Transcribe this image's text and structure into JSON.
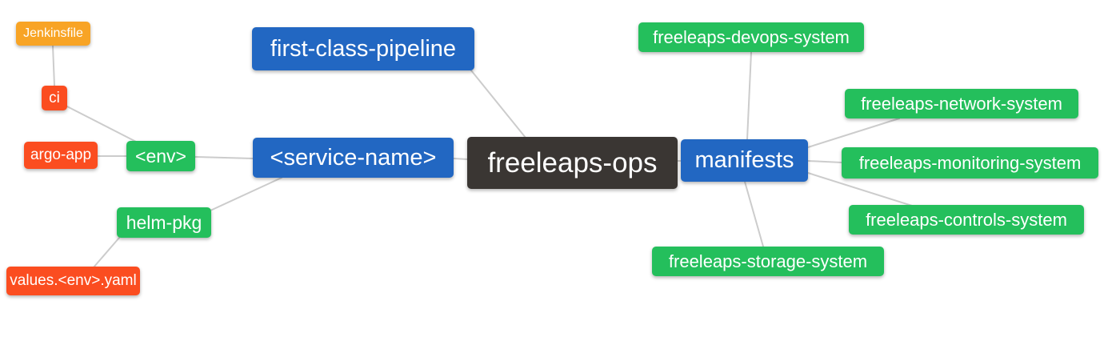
{
  "diagram": {
    "type": "mindmap",
    "root": "freeleaps-ops"
  },
  "colors": {
    "root_node": "#3a3633",
    "level1_node": "#2267c2",
    "level2_node": "#24bf5c",
    "level3_node": "#fb4d20",
    "level4_node": "#f8a425",
    "edge": "#cccccc",
    "node_text": "#ffffff",
    "background": "#ffffff"
  },
  "nodes": {
    "freeleaps_ops": {
      "label": "freeleaps-ops"
    },
    "first_class_pipeline": {
      "label": "first-class-pipeline"
    },
    "service_name": {
      "label": "<service-name>"
    },
    "manifests": {
      "label": "manifests"
    },
    "env": {
      "label": "<env>"
    },
    "helm_pkg": {
      "label": "helm-pkg"
    },
    "ci": {
      "label": "ci"
    },
    "argo_app": {
      "label": "argo-app"
    },
    "jenkinsfile": {
      "label": "Jenkinsfile"
    },
    "values_env_yaml": {
      "label": "values.<env>.yaml"
    },
    "devops_system": {
      "label": "freeleaps-devops-system"
    },
    "network_system": {
      "label": "freeleaps-network-system"
    },
    "monitoring_system": {
      "label": "freeleaps-monitoring-system"
    },
    "controls_system": {
      "label": "freeleaps-controls-system"
    },
    "storage_system": {
      "label": "freeleaps-storage-system"
    }
  },
  "connections": [
    {
      "from": "freeleaps-ops",
      "to": "first-class-pipeline"
    },
    {
      "from": "freeleaps-ops",
      "to": "<service-name>"
    },
    {
      "from": "freeleaps-ops",
      "to": "manifests"
    },
    {
      "from": "<service-name>",
      "to": "<env>"
    },
    {
      "from": "<service-name>",
      "to": "helm-pkg"
    },
    {
      "from": "<env>",
      "to": "ci"
    },
    {
      "from": "<env>",
      "to": "argo-app"
    },
    {
      "from": "ci",
      "to": "Jenkinsfile"
    },
    {
      "from": "helm-pkg",
      "to": "values.<env>.yaml"
    },
    {
      "from": "manifests",
      "to": "freeleaps-devops-system"
    },
    {
      "from": "manifests",
      "to": "freeleaps-network-system"
    },
    {
      "from": "manifests",
      "to": "freeleaps-monitoring-system"
    },
    {
      "from": "manifests",
      "to": "freeleaps-controls-system"
    },
    {
      "from": "manifests",
      "to": "freeleaps-storage-system"
    }
  ]
}
